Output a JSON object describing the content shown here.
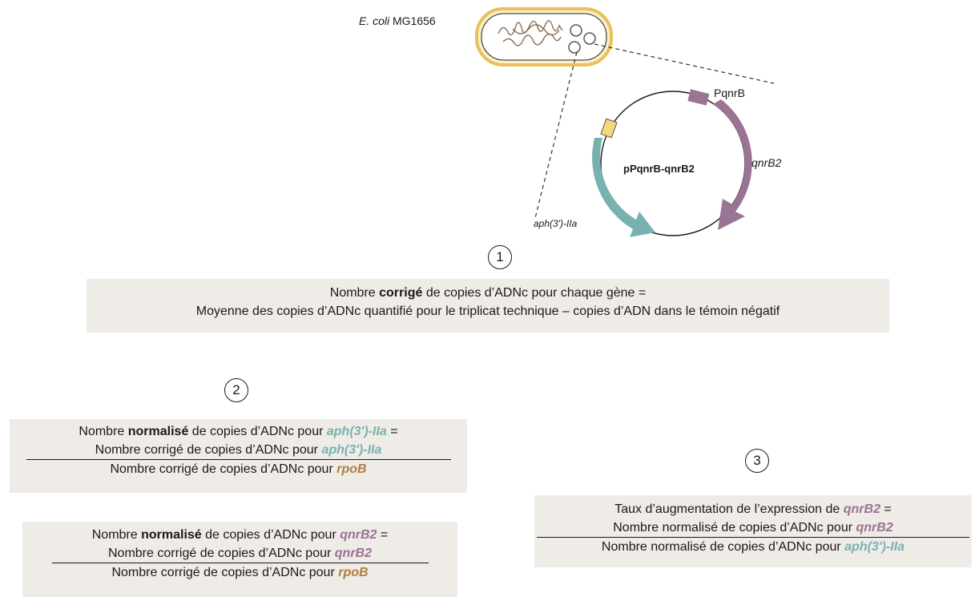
{
  "diagram": {
    "strain_label_italic": "E. coli",
    "strain_label_rest": " MG1656",
    "plasmid_name": "pPqnrB-qnrB2",
    "promoter_label": "PqnrB",
    "gene_qnr_label": "qnrB2",
    "gene_aph_label": "aph(3')-IIa"
  },
  "steps": {
    "one": "1",
    "two": "2",
    "three": "3"
  },
  "box1": {
    "line1_pre": "Nombre ",
    "line1_bold": "corrigé",
    "line1_post": " de copies d’ADNc pour chaque gène =",
    "line2": "Moyenne des copies d’ADNc quantifié pour le triplicat technique – copies d’ADN dans le témoin négatif"
  },
  "box2a": {
    "line1_pre": "Nombre ",
    "line1_bold": "normalisé",
    "line1_mid": " de copies d’ADNc pour ",
    "line1_gene": "aph(3')-IIa",
    "line1_post": " =",
    "num_pre": "Nombre corrigé de copies d’ADNc pour ",
    "num_gene": "aph(3')-IIa",
    "den_pre": "Nombre corrigé de copies d’ADNc pour ",
    "den_gene": "rpoB"
  },
  "box2b": {
    "line1_pre": "Nombre ",
    "line1_bold": "normalisé",
    "line1_mid": " de copies d’ADNc pour ",
    "line1_gene": "qnrB2",
    "line1_post": " =",
    "num_pre": "Nombre corrigé de copies d’ADNc pour ",
    "num_gene": "qnrB2",
    "den_pre": "Nombre corrigé de copies d’ADNc pour ",
    "den_gene": "rpoB"
  },
  "box3": {
    "line1_pre": "Taux d’augmentation de l’expression de ",
    "line1_gene": "qnrB2",
    "line1_post": " =",
    "num_pre": "Nombre normalisé de copies d’ADNc pour ",
    "num_gene": "qnrB2",
    "den_pre": "Nombre normalisé de copies d’ADNc pour ",
    "den_gene": "aph(3')-IIa"
  },
  "colors": {
    "teal": "#78b2ae",
    "purple": "#9a7493",
    "brown": "#b07f40",
    "yellow": "#f6d97a",
    "box_bg": "#efebe7"
  }
}
